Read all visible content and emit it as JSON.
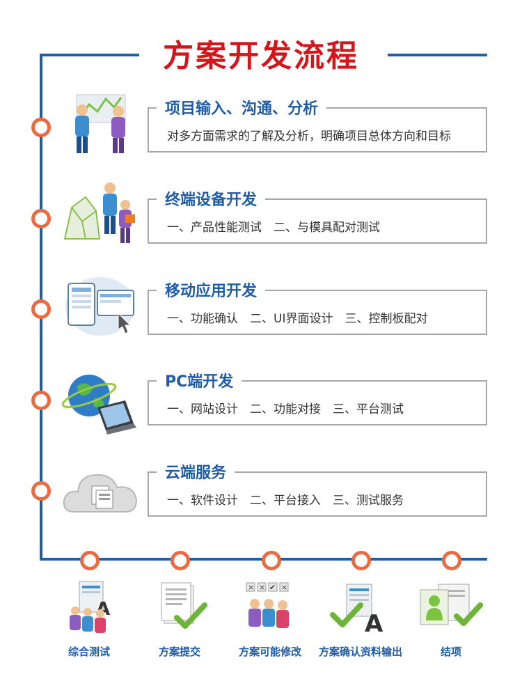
{
  "title": "方案开发流程",
  "steps": [
    {
      "title": "项目输入、沟通、分析",
      "desc": "对多方面需求的了解及分析，明确项目总体方向和目标",
      "icon": "analysis-people-icon"
    },
    {
      "title": "终端设备开发",
      "desc": "一、产品性能测试　二、与模具配对测试",
      "icon": "device-dev-icon"
    },
    {
      "title": "移动应用开发",
      "desc": "一、功能确认　二、UI界面设计　三、控制板配对",
      "icon": "mobile-app-icon"
    },
    {
      "title": "PC端开发",
      "desc": "一、网站设计　二、功能对接　三、平台测试",
      "icon": "globe-laptop-icon"
    },
    {
      "title": "云端服务",
      "desc": "一、软件设计　二、平台接入　三、测试服务",
      "icon": "cloud-icon"
    }
  ],
  "final_steps": [
    {
      "label": "综合测试",
      "icon": "team-document-icon"
    },
    {
      "label": "方案提交",
      "icon": "document-check-icon"
    },
    {
      "label": "方案可能修改",
      "icon": "team-review-icon"
    },
    {
      "label": "方案确认资料输出",
      "icon": "document-check-output-icon"
    },
    {
      "label": "结项",
      "icon": "person-check-icon"
    }
  ],
  "colors": {
    "accent_red": "#d7141a",
    "primary_blue": "#1f5da8",
    "dot_orange": "#ec6a3f"
  }
}
